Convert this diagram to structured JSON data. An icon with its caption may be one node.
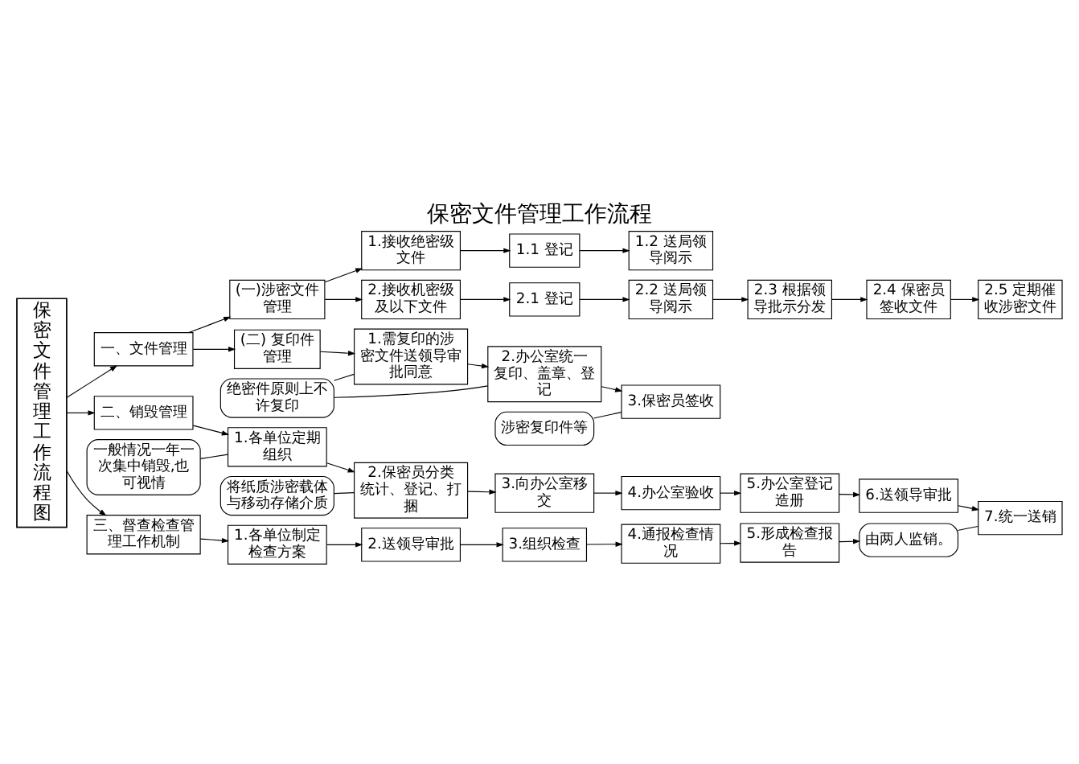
{
  "diagram": {
    "title": "保密文件管理工作流程",
    "nodes": [
      {
        "text": [
          "保密文件管理工作流程图"
        ]
      },
      {
        "text": [
          "一、文件管理"
        ]
      },
      {
        "text": [
          "(一)涉密文件管理"
        ]
      },
      {
        "text": [
          "1.接收绝密级文件"
        ]
      },
      {
        "text": [
          "1.1 登记"
        ]
      },
      {
        "text": [
          "1.2 送局领导阅示"
        ]
      },
      {
        "text": [
          "2.接收机密级及以下文件"
        ]
      },
      {
        "text": [
          "2.1 登记"
        ]
      },
      {
        "text": [
          "2.2 送局领导阅示"
        ]
      },
      {
        "text": [
          "2.3 根据领导批示分发"
        ]
      },
      {
        "text": [
          "2.4 保密员签收文件"
        ]
      },
      {
        "text": [
          "2.5 定期催收涉密文件"
        ]
      },
      {
        "text": [
          "(二) 复印件管理"
        ]
      },
      {
        "text": [
          "1.需复印的涉密文件送领导审批同意"
        ]
      },
      {
        "text": [
          "2.办公室统一复印、盖章、登记"
        ]
      },
      {
        "text": [
          "3.保密员签收"
        ]
      },
      {
        "text": [
          "绝密件原则上不许复印"
        ]
      },
      {
        "text": [
          "涉密复印件等"
        ]
      },
      {
        "text": [
          "二、销毁管理"
        ]
      },
      {
        "text": [
          "一般情况一年一次集中销毁,也可视情"
        ]
      },
      {
        "text": [
          "1.各单位定期组织"
        ]
      },
      {
        "text": [
          "将纸质涉密载体与移动存储介质"
        ]
      },
      {
        "text": [
          "2.保密员分类统计、登记、打捆"
        ]
      },
      {
        "text": [
          "3.向办公室移交"
        ]
      },
      {
        "text": [
          "4.办公室验收"
        ]
      },
      {
        "text": [
          "5.办公室登记造册"
        ]
      },
      {
        "text": [
          "6.送领导审批"
        ]
      },
      {
        "text": [
          "7.统一送销"
        ]
      },
      {
        "text": [
          "由两人监销。"
        ]
      },
      {
        "text": [
          "三、督查检查管理工作机制"
        ]
      },
      {
        "text": [
          "1.各单位制定检查方案"
        ]
      },
      {
        "text": [
          "2.送领导审批"
        ]
      },
      {
        "text": [
          "3.组织检查"
        ]
      },
      {
        "text": [
          "4.通报检查情况"
        ]
      },
      {
        "text": [
          "5.形成检查报告"
        ]
      }
    ],
    "edges": [
      {
        "from": 0,
        "to": 1,
        "arrow": "to"
      },
      {
        "from": 1,
        "to": 2,
        "arrow": "to"
      },
      {
        "from": 1,
        "to": 12,
        "arrow": "to"
      },
      {
        "from": 2,
        "to": 3,
        "arrow": "to"
      },
      {
        "from": 2,
        "to": 6,
        "arrow": "to"
      },
      {
        "from": 3,
        "to": 4,
        "arrow": "to"
      },
      {
        "from": 4,
        "to": 5,
        "arrow": "to"
      },
      {
        "from": 6,
        "to": 7,
        "arrow": "to"
      },
      {
        "from": 7,
        "to": 8,
        "arrow": "to"
      },
      {
        "from": 8,
        "to": 9,
        "arrow": "to"
      },
      {
        "from": 9,
        "to": 10,
        "arrow": "to"
      },
      {
        "from": 10,
        "to": 11,
        "arrow": "to"
      },
      {
        "from": 12,
        "to": 13,
        "arrow": "to"
      },
      {
        "from": 13,
        "to": 14,
        "arrow": "to"
      },
      {
        "from": 14,
        "to": 15,
        "arrow": "to"
      },
      {
        "from": 16,
        "to": 13,
        "arrow": "none"
      },
      {
        "from": 16,
        "to": 14,
        "arrow": "none"
      },
      {
        "from": 17,
        "to": 15,
        "arrow": "none"
      },
      {
        "from": 0,
        "to": 18,
        "arrow": "to"
      },
      {
        "from": 18,
        "to": 20,
        "arrow": "to"
      },
      {
        "from": 19,
        "to": 20,
        "arrow": "none"
      },
      {
        "from": 20,
        "to": 22,
        "arrow": "to"
      },
      {
        "from": 21,
        "to": 22,
        "arrow": "none"
      },
      {
        "from": 22,
        "to": 23,
        "arrow": "to"
      },
      {
        "from": 23,
        "to": 24,
        "arrow": "to"
      },
      {
        "from": 24,
        "to": 25,
        "arrow": "to"
      },
      {
        "from": 25,
        "to": 26,
        "arrow": "to"
      },
      {
        "from": 26,
        "to": 27,
        "arrow": "to"
      },
      {
        "from": 28,
        "to": 27,
        "arrow": "none"
      },
      {
        "from": 0,
        "to": 29,
        "arrow": "to"
      },
      {
        "from": 29,
        "to": 30,
        "arrow": "to"
      },
      {
        "from": 30,
        "to": 31,
        "arrow": "to"
      },
      {
        "from": 31,
        "to": 32,
        "arrow": "to"
      },
      {
        "from": 32,
        "to": 33,
        "arrow": "to"
      },
      {
        "from": 33,
        "to": 34,
        "arrow": "to"
      },
      {
        "from": 34,
        "to": 28,
        "arrow": "to"
      }
    ]
  }
}
